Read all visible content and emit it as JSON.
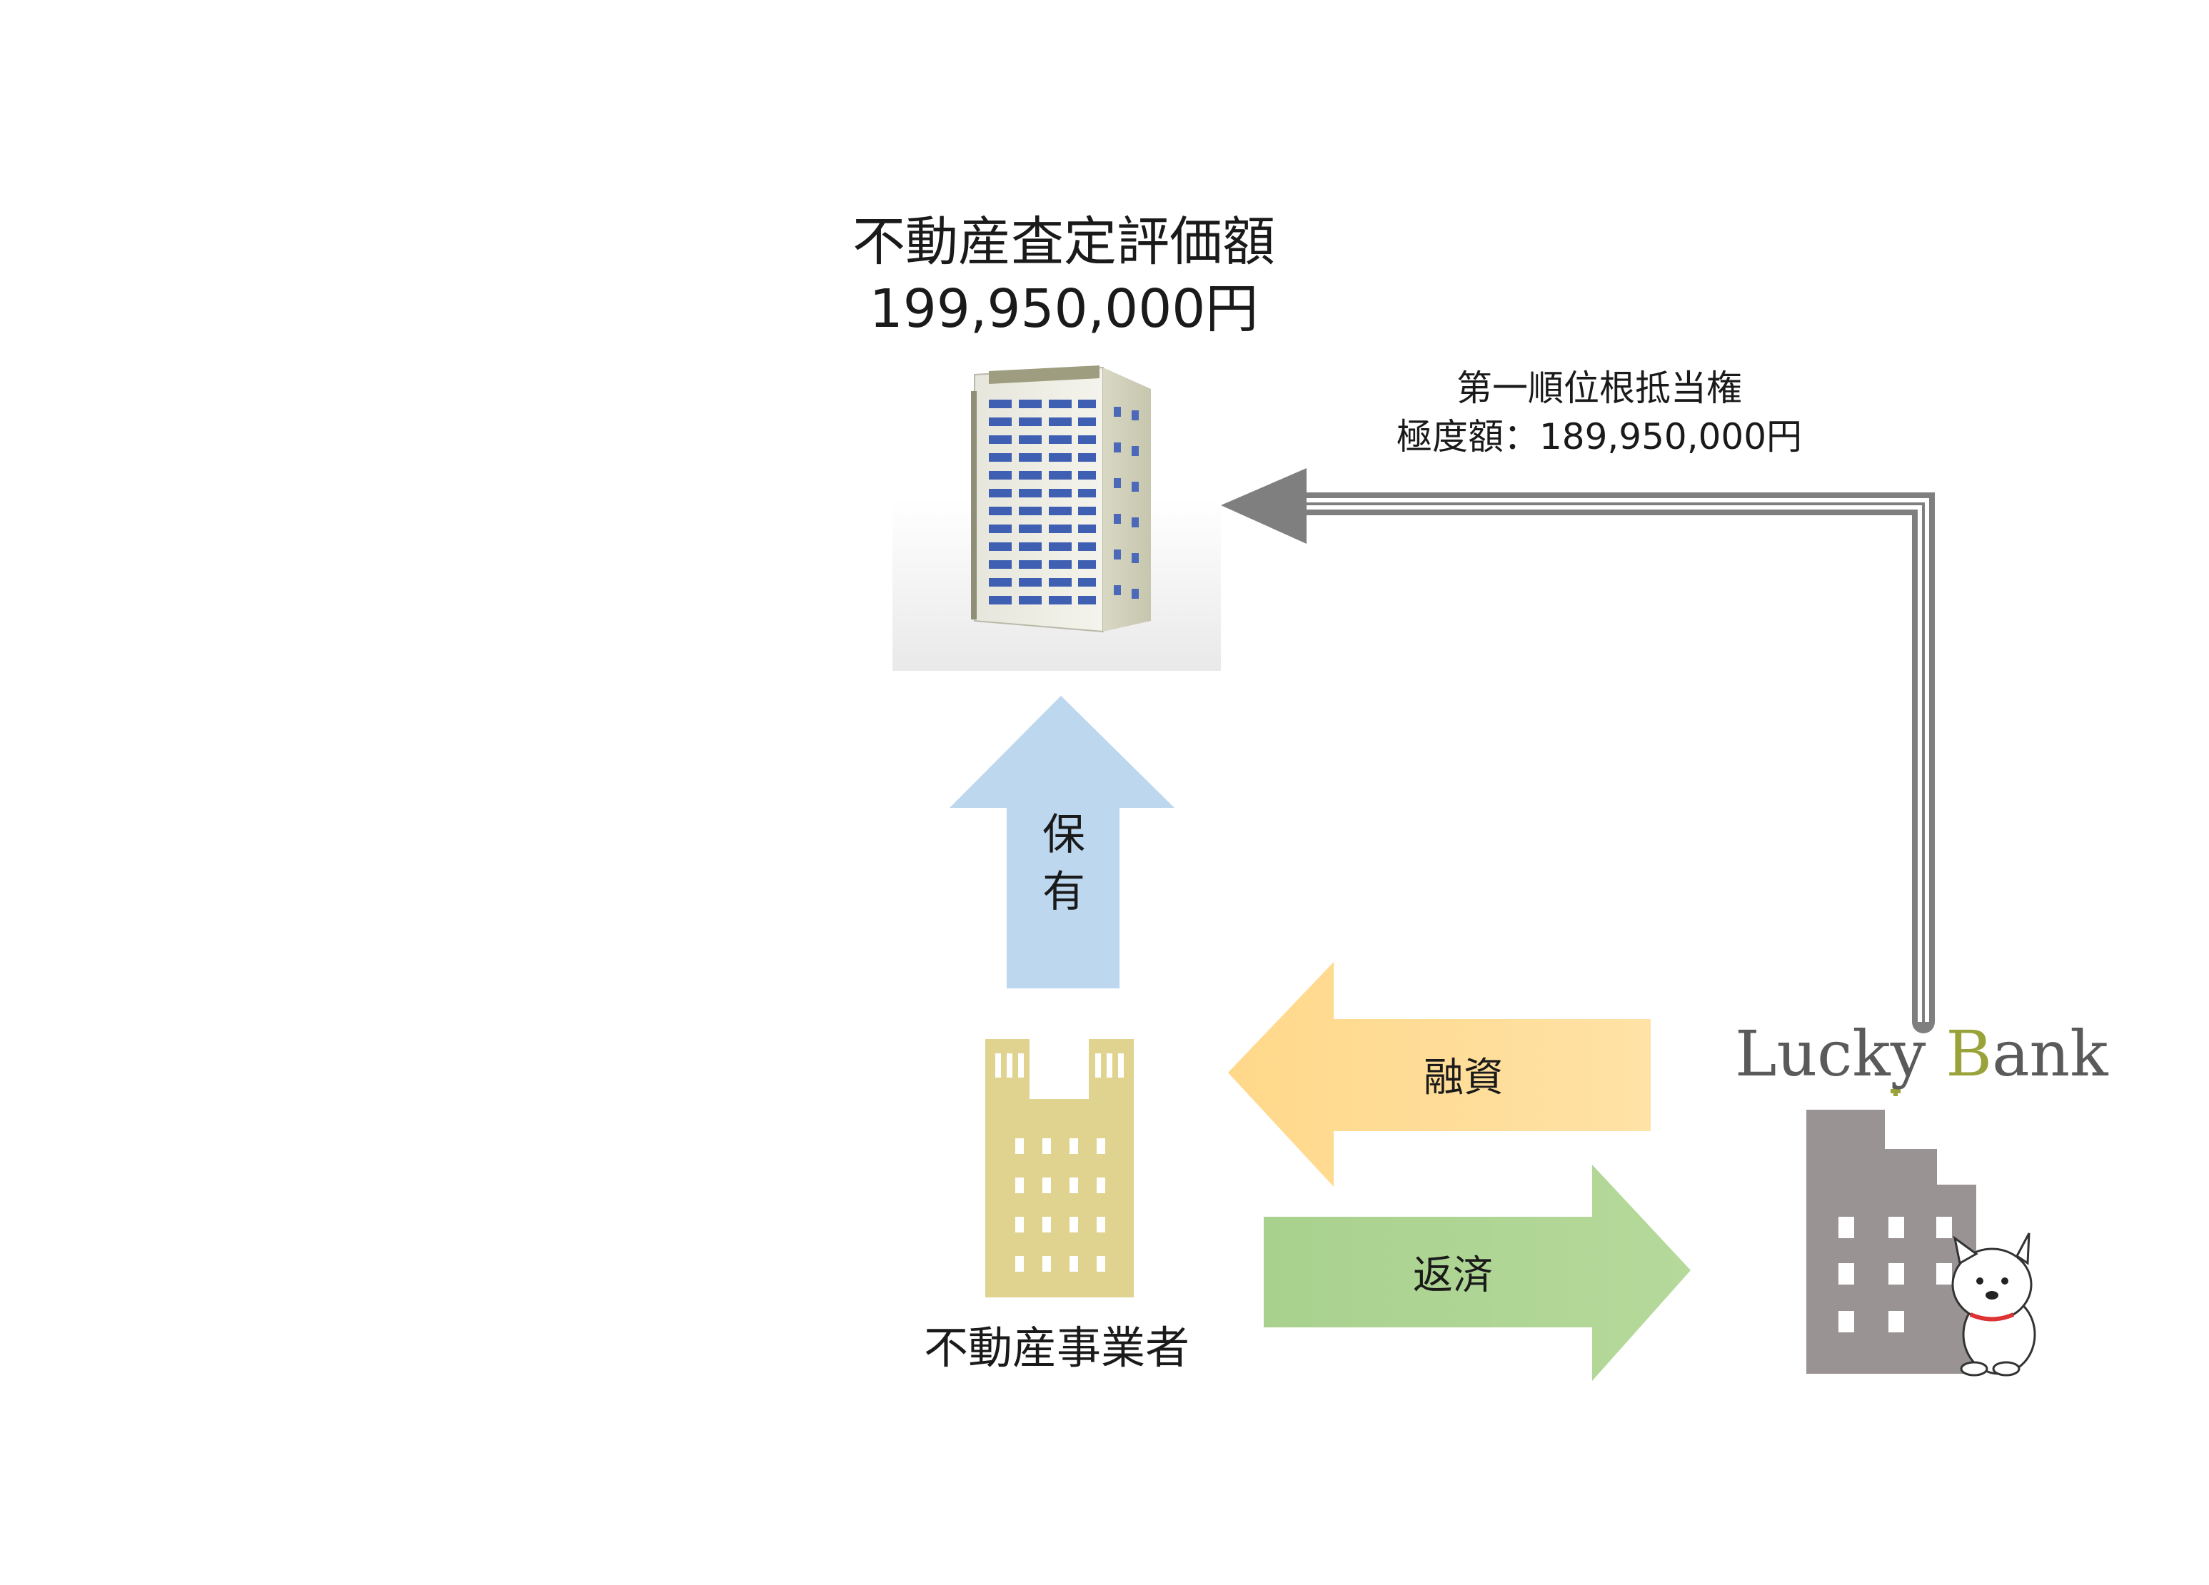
{
  "property": {
    "title_line1": "不動産査定評価額",
    "title_line2": "199,950,000円"
  },
  "lien": {
    "line1": "第一順位根抵当権",
    "line2": "極度額：189,950,000円"
  },
  "arrows": {
    "hold": {
      "char1": "保",
      "char2": "有",
      "color": "#bdd7ee"
    },
    "loan": {
      "label": "融資",
      "color": "#ffd88a"
    },
    "repay": {
      "label": "返済",
      "color": "#a9d18e"
    },
    "lien_arrow_color": "#7f7f7f"
  },
  "business": {
    "label": "不動産事業者",
    "color": "#dfd38f"
  },
  "lender": {
    "logo_part1": "Lucky ",
    "logo_part2": "B",
    "logo_part3": "ank",
    "building_color": "#9a9393"
  }
}
